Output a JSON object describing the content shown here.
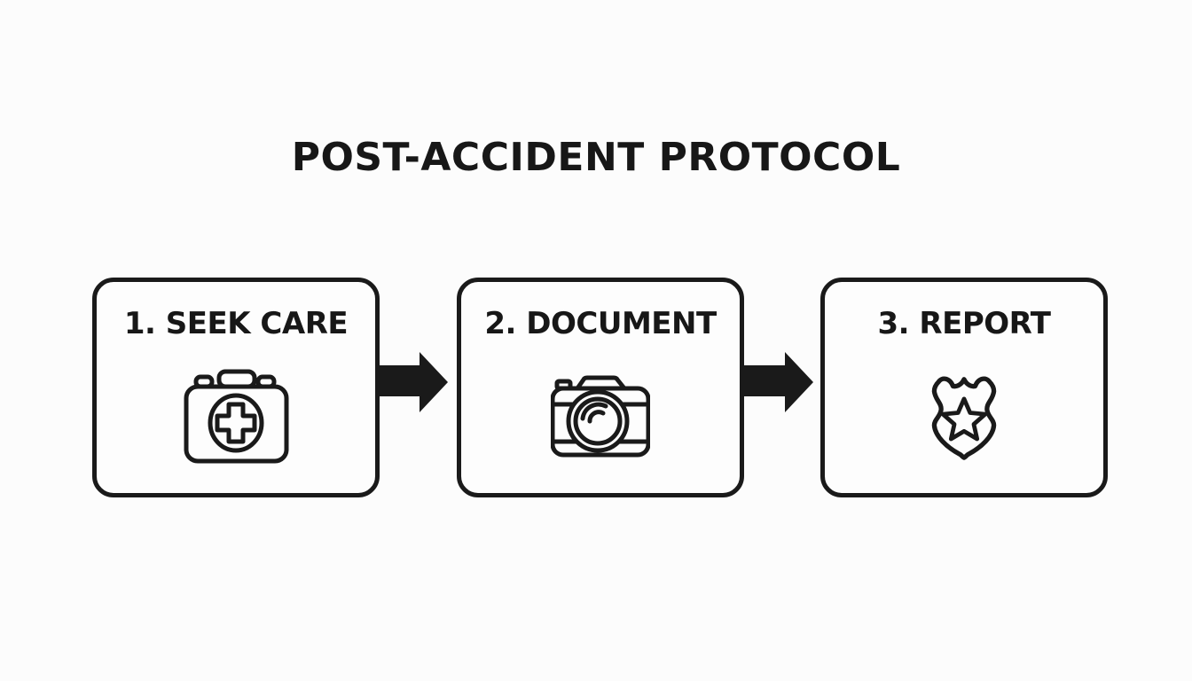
{
  "title": "POST-ACCIDENT PROTOCOL",
  "colors": {
    "background": "#fcfcfc",
    "line": "#1a1a1a",
    "box_fill": "#fdfdfd",
    "text": "#171717",
    "arrow_fill": "#1a1a1a"
  },
  "steps": [
    {
      "label": "1. SEEK CARE",
      "icon": "first-aid-kit-icon"
    },
    {
      "label": "2. DOCUMENT",
      "icon": "camera-icon"
    },
    {
      "label": "3. REPORT",
      "icon": "police-badge-icon"
    }
  ],
  "arrows": [
    {
      "name": "arrow-right-1",
      "direction": "right"
    },
    {
      "name": "arrow-right-2",
      "direction": "right"
    }
  ]
}
